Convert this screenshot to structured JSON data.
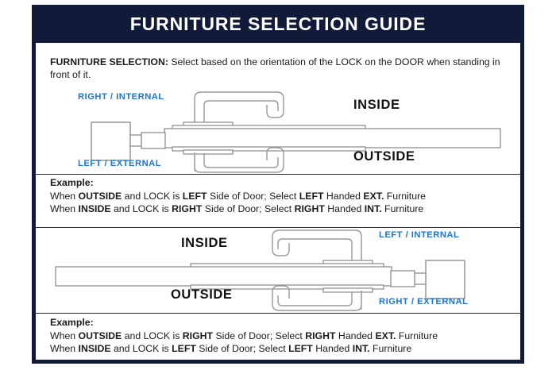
{
  "colors": {
    "navy": "#121a3a",
    "blue_label": "#1a76d2",
    "text": "#1b1b1b",
    "white": "#ffffff",
    "line": "#8a8a8a"
  },
  "header": {
    "title": "FURNITURE SELECTION GUIDE"
  },
  "intro": {
    "lead": "FURNITURE SELECTION:",
    "body": "Select based on the orientation of the LOCK on the DOOR when standing in front of it."
  },
  "diagrams": [
    {
      "id": "diagram-lock-left",
      "top_label": "RIGHT / INTERNAL",
      "bottom_label": "LEFT / EXTERNAL",
      "inside_label": "INSIDE",
      "outside_label": "OUTSIDE",
      "lock_position": "left"
    },
    {
      "id": "diagram-lock-right",
      "top_label": "LEFT / INTERNAL",
      "bottom_label": "RIGHT / EXTERNAL",
      "inside_label": "INSIDE",
      "outside_label": "OUTSIDE",
      "lock_position": "right"
    }
  ],
  "examples": [
    {
      "heading": "Example:",
      "lines": [
        {
          "p1": "When ",
          "b1": "OUTSIDE",
          "p2": " and LOCK is ",
          "b2": "LEFT",
          "p3": " Side of Door;   Select ",
          "b3": "LEFT",
          "p4": " Handed ",
          "b4": "EXT.",
          "p5": " Furniture"
        },
        {
          "p1": "When ",
          "b1": "INSIDE",
          "p2": " and LOCK is ",
          "b2": "RIGHT",
          "p3": " Side of Door;  Select ",
          "b3": "RIGHT",
          "p4": " Handed ",
          "b4": "INT.",
          "p5": " Furniture"
        }
      ]
    },
    {
      "heading": "Example:",
      "lines": [
        {
          "p1": "When ",
          "b1": "OUTSIDE",
          "p2": " and LOCK is ",
          "b2": "RIGHT",
          "p3": " Side of Door;   Select ",
          "b3": "RIGHT",
          "p4": " Handed ",
          "b4": "EXT.",
          "p5": " Furniture"
        },
        {
          "p1": "When ",
          "b1": "INSIDE",
          "p2": " and LOCK is ",
          "b2": "LEFT",
          "p3": " Side of Door;  Select ",
          "b3": "LEFT",
          "p4": " Handed ",
          "b4": "INT.",
          "p5": " Furniture"
        }
      ]
    }
  ]
}
